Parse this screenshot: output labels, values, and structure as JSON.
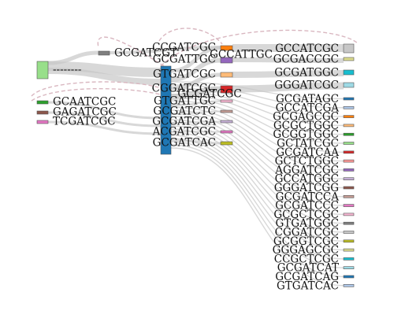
{
  "chart_data": {
    "type": "sankey",
    "title": "",
    "left_nodes": [
      {
        "name": "--------",
        "color": "#98df8a",
        "value": 100
      },
      {
        "name": "GCAATCGC",
        "color": "#2ca02c",
        "value": 3
      },
      {
        "name": "GAGATCGC",
        "color": "#8c564b",
        "value": 3
      },
      {
        "name": "TCGATCGC",
        "color": "#e377c2",
        "value": 3
      }
    ],
    "middle_top_node": {
      "name": "GCGATCGT",
      "color": "#7f7f7f",
      "value": 4
    },
    "hub_node": {
      "name": "GCGATCGC",
      "color": "#1f77b4"
    },
    "middle_nodes": [
      {
        "name": "CCGATCGC",
        "color": "#ff7f0e"
      },
      {
        "name": "GCGATTGC",
        "color": "#9467bd"
      },
      {
        "name": "GTGATCGC",
        "color": "#ffbb78"
      },
      {
        "name": "CGGATCGC",
        "color": "#d62728"
      },
      {
        "name": "GTGATTGC",
        "color": "#f7b6d2"
      },
      {
        "name": "GCGATCTC",
        "color": "#c49c94"
      },
      {
        "name": "GCGATCGA",
        "color": "#c5b0d5"
      },
      {
        "name": "ACGATCGC",
        "color": "#e377c2"
      },
      {
        "name": "GCGATCAC",
        "color": "#bcbd22"
      }
    ],
    "floating_labels": [
      "GCCATTGC"
    ],
    "right_nodes": [
      {
        "name": "GCCATCGC",
        "color": "#c7c7c7"
      },
      {
        "name": "GCGACCGC",
        "color": "#dbdb8d"
      },
      {
        "name": "GCGATGGC",
        "color": "#17becf"
      },
      {
        "name": "GGGATCGC",
        "color": "#9edae5"
      },
      {
        "name": "GCGATAGC",
        "color": "#1f77b4"
      },
      {
        "name": "GCCATCGA",
        "color": "#aec7e8"
      },
      {
        "name": "GCGAGCGC",
        "color": "#ff7f0e"
      },
      {
        "name": "GCGCTGGC",
        "color": "#ffbb78"
      },
      {
        "name": "GCGGTGGC",
        "color": "#2ca02c"
      },
      {
        "name": "GCTATCGC",
        "color": "#98df8a"
      },
      {
        "name": "GCGATCAA",
        "color": "#d62728"
      },
      {
        "name": "GCTCTGGC",
        "color": "#ff9896"
      },
      {
        "name": "AGGATCGC",
        "color": "#9467bd"
      },
      {
        "name": "GCCATGGC",
        "color": "#c5b0d5"
      },
      {
        "name": "GGGATCGG",
        "color": "#8c564b"
      },
      {
        "name": "GCGATCCA",
        "color": "#c49c94"
      },
      {
        "name": "GCGATCCC",
        "color": "#e377c2"
      },
      {
        "name": "GCGCTCGC",
        "color": "#f7b6d2"
      },
      {
        "name": "GTGATGGC",
        "color": "#7f7f7f"
      },
      {
        "name": "CGGATCGC",
        "color": "#c7c7c7"
      },
      {
        "name": "GCGGTCGC",
        "color": "#bcbd22"
      },
      {
        "name": "GGGAGCGC",
        "color": "#dbdb8d"
      },
      {
        "name": "CCGCTCGC",
        "color": "#17becf"
      },
      {
        "name": "GCGATCAT",
        "color": "#9edae5"
      },
      {
        "name": "GCGATCAG",
        "color": "#1f77b4"
      },
      {
        "name": "GTGATCAC",
        "color": "#aec7e8"
      }
    ]
  }
}
